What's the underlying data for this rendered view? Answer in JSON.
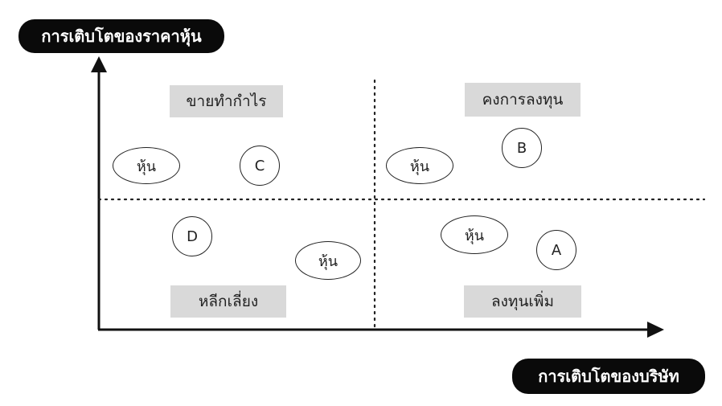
{
  "y_axis_title": "การเติบโตของราคาหุ้น",
  "x_axis_title": "การเติบโตของบริษัท",
  "quadrants": {
    "top_left": "ขายทำกำไร",
    "top_right": "คงการลงทุน",
    "bottom_left": "หลีกเลี่ยง",
    "bottom_right": "ลงทุนเพิ่ม"
  },
  "stock_label": "หุ้น",
  "companies": {
    "a": "A",
    "b": "B",
    "c": "C",
    "d": "D"
  }
}
